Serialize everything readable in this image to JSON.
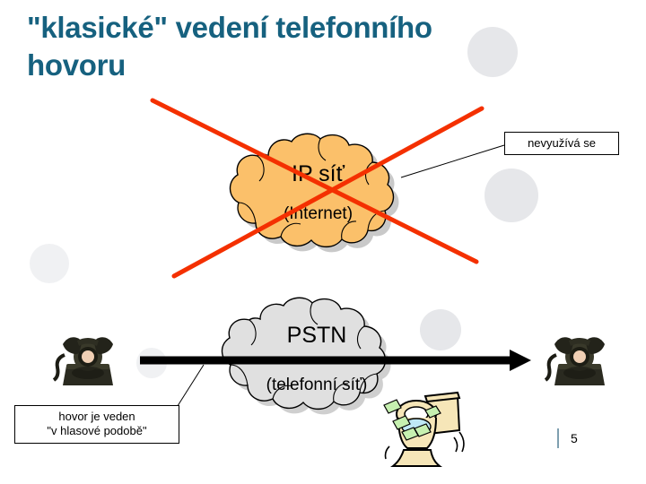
{
  "slide": {
    "title": "\"klasické\" vedení telefonního\nhovoru",
    "page_number": "5",
    "title_color": "#16617f"
  },
  "diagram": {
    "ip_cloud": {
      "primary_label": "IP síť",
      "secondary_label": "(Internet)",
      "fill_color": "#fbc06a",
      "stroke_color": "#000000",
      "struck_out": true
    },
    "pstn_cloud": {
      "primary_label": "PSTN",
      "secondary_label": "(telefonní síť)",
      "fill_color": "#e0e0e0",
      "stroke_color": "#000000"
    },
    "cross_out": {
      "color": "#f43000",
      "icon": "red-x-strikethrough"
    },
    "arrow": {
      "icon": "right-arrow",
      "color": "#000000"
    },
    "callouts": [
      {
        "id": "ip-unused",
        "text": "nevyužívá se"
      },
      {
        "id": "voice-call",
        "text": "hovor je veden\n\"v hlasové podobě\""
      }
    ],
    "phones": [
      {
        "id": "phone-left",
        "icon": "rotary-telephone-icon"
      },
      {
        "id": "phone-right",
        "icon": "rotary-telephone-icon"
      }
    ],
    "clipart": [
      {
        "id": "money-down-toilet",
        "icon": "toilet-flushing-money-icon"
      }
    ],
    "decor_circles": [
      {
        "id": "circle-title-right",
        "color": "#e6e7ea"
      },
      {
        "id": "circle-ip-right",
        "color": "#e6e7ea"
      },
      {
        "id": "circle-left-mid",
        "color": "#f0f1f3"
      },
      {
        "id": "circle-arrow-left",
        "color": "#f0f1f3"
      },
      {
        "id": "circle-pstn-right",
        "color": "#e6e7ea"
      }
    ]
  }
}
